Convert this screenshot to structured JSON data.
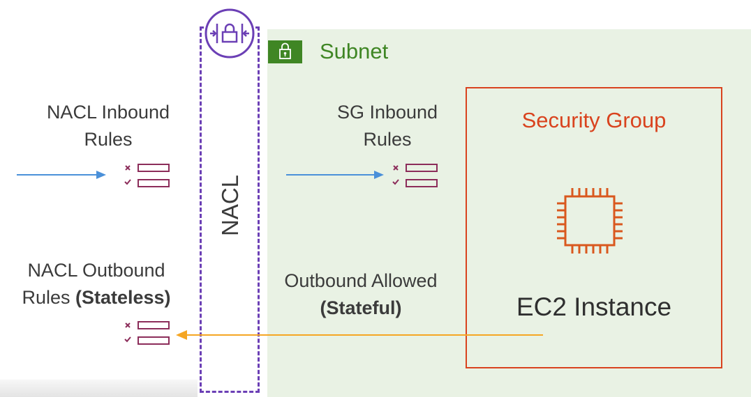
{
  "subnet": {
    "label": "Subnet"
  },
  "nacl": {
    "label": "NACL"
  },
  "security_group": {
    "label": "Security Group"
  },
  "ec2": {
    "label": "EC2 Instance"
  },
  "nacl_inbound": {
    "line1": "NACL Inbound",
    "line2": "Rules"
  },
  "sg_inbound": {
    "line1": "SG Inbound",
    "line2": "Rules"
  },
  "nacl_outbound": {
    "line1": "NACL Outbound",
    "line2_prefix": "Rules ",
    "line2_bold": "(Stateless)"
  },
  "sg_outbound": {
    "line1": "Outbound Allowed",
    "line2_bold": "(Stateful)"
  },
  "colors": {
    "subnet_green": "#3f8624",
    "nacl_purple": "#6b3fb5",
    "sg_red": "#d9431e",
    "ec2_orange": "#d9581e",
    "rules_maroon": "#8c2d5a",
    "inbound_arrow_blue": "#4a90d9",
    "outbound_arrow_orange": "#f5a623"
  },
  "icons": {
    "nacl": "nacl-icon",
    "subnet": "lock-icon",
    "rules": "rules-list-icon",
    "ec2": "cpu-chip-icon"
  }
}
